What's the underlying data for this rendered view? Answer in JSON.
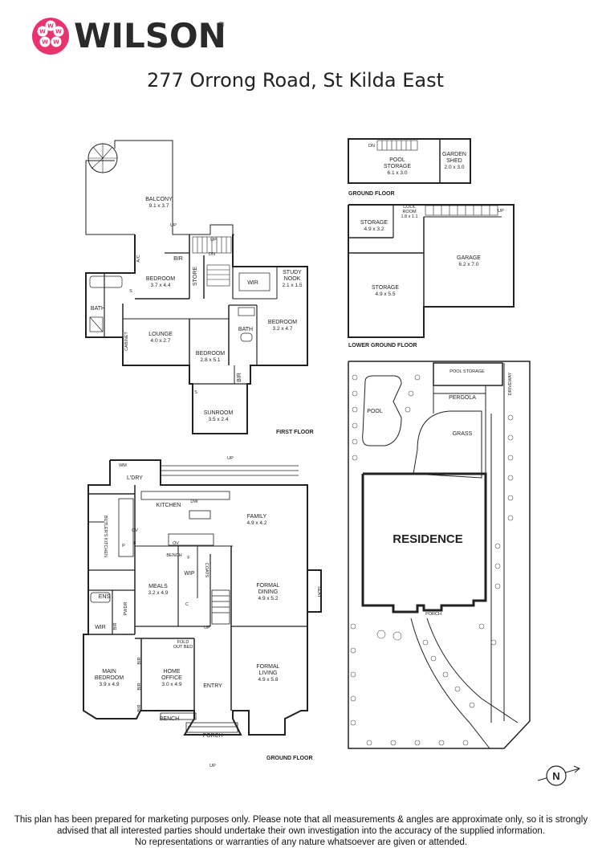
{
  "brand": {
    "name": "WILSON",
    "registered": "®",
    "logo_icon": "wilson-w-logo",
    "logo_color": "#e8336e"
  },
  "address": "277 Orrong Road, St Kilda East",
  "floors": {
    "ground_floor_label": "GROUND FLOOR",
    "first_floor_label": "FIRST FLOOR",
    "outbuilding_ground_label": "GROUND FLOOR",
    "lower_ground_label": "LOWER GROUND FLOOR"
  },
  "first_floor": {
    "balcony": {
      "name": "BALCONY",
      "dim": "9.1 x 3.7"
    },
    "bedroom1": {
      "name": "BEDROOM",
      "dim": "3.7 x 4.4"
    },
    "bedroom2": {
      "name": "BEDROOM",
      "dim": "3.2 x 4.7"
    },
    "bedroom3": {
      "name": "BEDROOM",
      "dim": "2.8 x 5.1"
    },
    "study": {
      "name": "STUDY",
      "name2": "NOOK",
      "dim": "2.1 x 1.5"
    },
    "lounge": {
      "name": "LOUNGE",
      "dim": "4.0 x 2.7"
    },
    "sunroom": {
      "name": "SUNROOM",
      "dim": "3.5 x 2.4"
    },
    "bath1": "BATH",
    "bath2": "BATH",
    "bir1": "BIR",
    "bir2": "BIR",
    "wir": "WIR",
    "store": "STORE",
    "cabinet": "CABINET",
    "s1": "S",
    "s2": "S",
    "up1": "UP",
    "up2": "UP",
    "dn": "DN",
    "ac": "A/C"
  },
  "ground_floor": {
    "wm": "WM",
    "ldry": "L'DRY",
    "kitchen": "KITCHEN",
    "family": {
      "name": "FAMILY",
      "dim": "4.9 x 4.2"
    },
    "butlers": "BUTLER'S KITCHEN",
    "meals": {
      "name": "MEALS",
      "dim": "3.2 x 4.9"
    },
    "formal_dining": {
      "name": "FORMAL",
      "name2": "DINING",
      "dim": "4.9 x 5.2"
    },
    "formal_living": {
      "name": "FORMAL",
      "name2": "LIVING",
      "dim": "4.9 x 5.8"
    },
    "main_bedroom": {
      "name": "MAIN",
      "name2": "BEDROOM",
      "dim": "3.9 x 4.9"
    },
    "home_office": {
      "name": "HOME",
      "name2": "OFFICE",
      "dim": "3.0 x 4.9"
    },
    "entry": "ENTRY",
    "porch": "PORCH",
    "bench1": "BENCH",
    "bench2": "BENCH",
    "seat": "SEAT",
    "wip": "WIP",
    "coats": "COATS",
    "ens": "ENS",
    "pwdr": "PWDR",
    "wir": "WIR",
    "bir1": "BIR",
    "bir2": "BIR",
    "bir3": "BIR",
    "bir4": "BIR",
    "ov1": "OV",
    "ov2": "OV",
    "f1": "F",
    "f2": "F",
    "p": "P",
    "c": "C",
    "dw": "DW",
    "fold": "FOLD",
    "out_bed": "OUT BED",
    "up1": "UP",
    "up2": "UP",
    "up3": "UP"
  },
  "outbuilding_ground": {
    "pool_storage": {
      "name": "POOL",
      "name2": "STORAGE",
      "dim": "6.1 x 3.0"
    },
    "garden_shed": {
      "name": "GARDEN",
      "name2": "SHED",
      "dim": "2.0 x 3.0"
    },
    "dn": "DN"
  },
  "lower_ground": {
    "storage1": {
      "name": "STORAGE",
      "dim": "4.9 x 3.2"
    },
    "storage2": {
      "name": "STORAGE",
      "dim": "4.9 x 5.5"
    },
    "cool_room": {
      "name": "COOL",
      "name2": "ROOM",
      "dim": "1.8 x 1.1"
    },
    "garage": {
      "name": "GARAGE",
      "dim": "6.2 x 7.0"
    },
    "up": "UP"
  },
  "site": {
    "residence": "RESIDENCE",
    "pool": "POOL",
    "pool_storage": "POOL STORAGE",
    "pergola": "PERGOLA",
    "grass": "GRASS",
    "driveway": "DRIVEWAY",
    "porch": "PORCH"
  },
  "compass": {
    "label": "N",
    "icon": "north-compass-icon"
  },
  "disclaimer": {
    "line1": "This plan has been prepared for marketing purposes only. Please note that all measurements & angles are approximate only, so it is strongly",
    "line2": "advised that all interested parties should undertake their own investigation into the accuracy of the supplied information.",
    "line3": "No representations or warranties of any nature whatsoever are given or attended."
  }
}
